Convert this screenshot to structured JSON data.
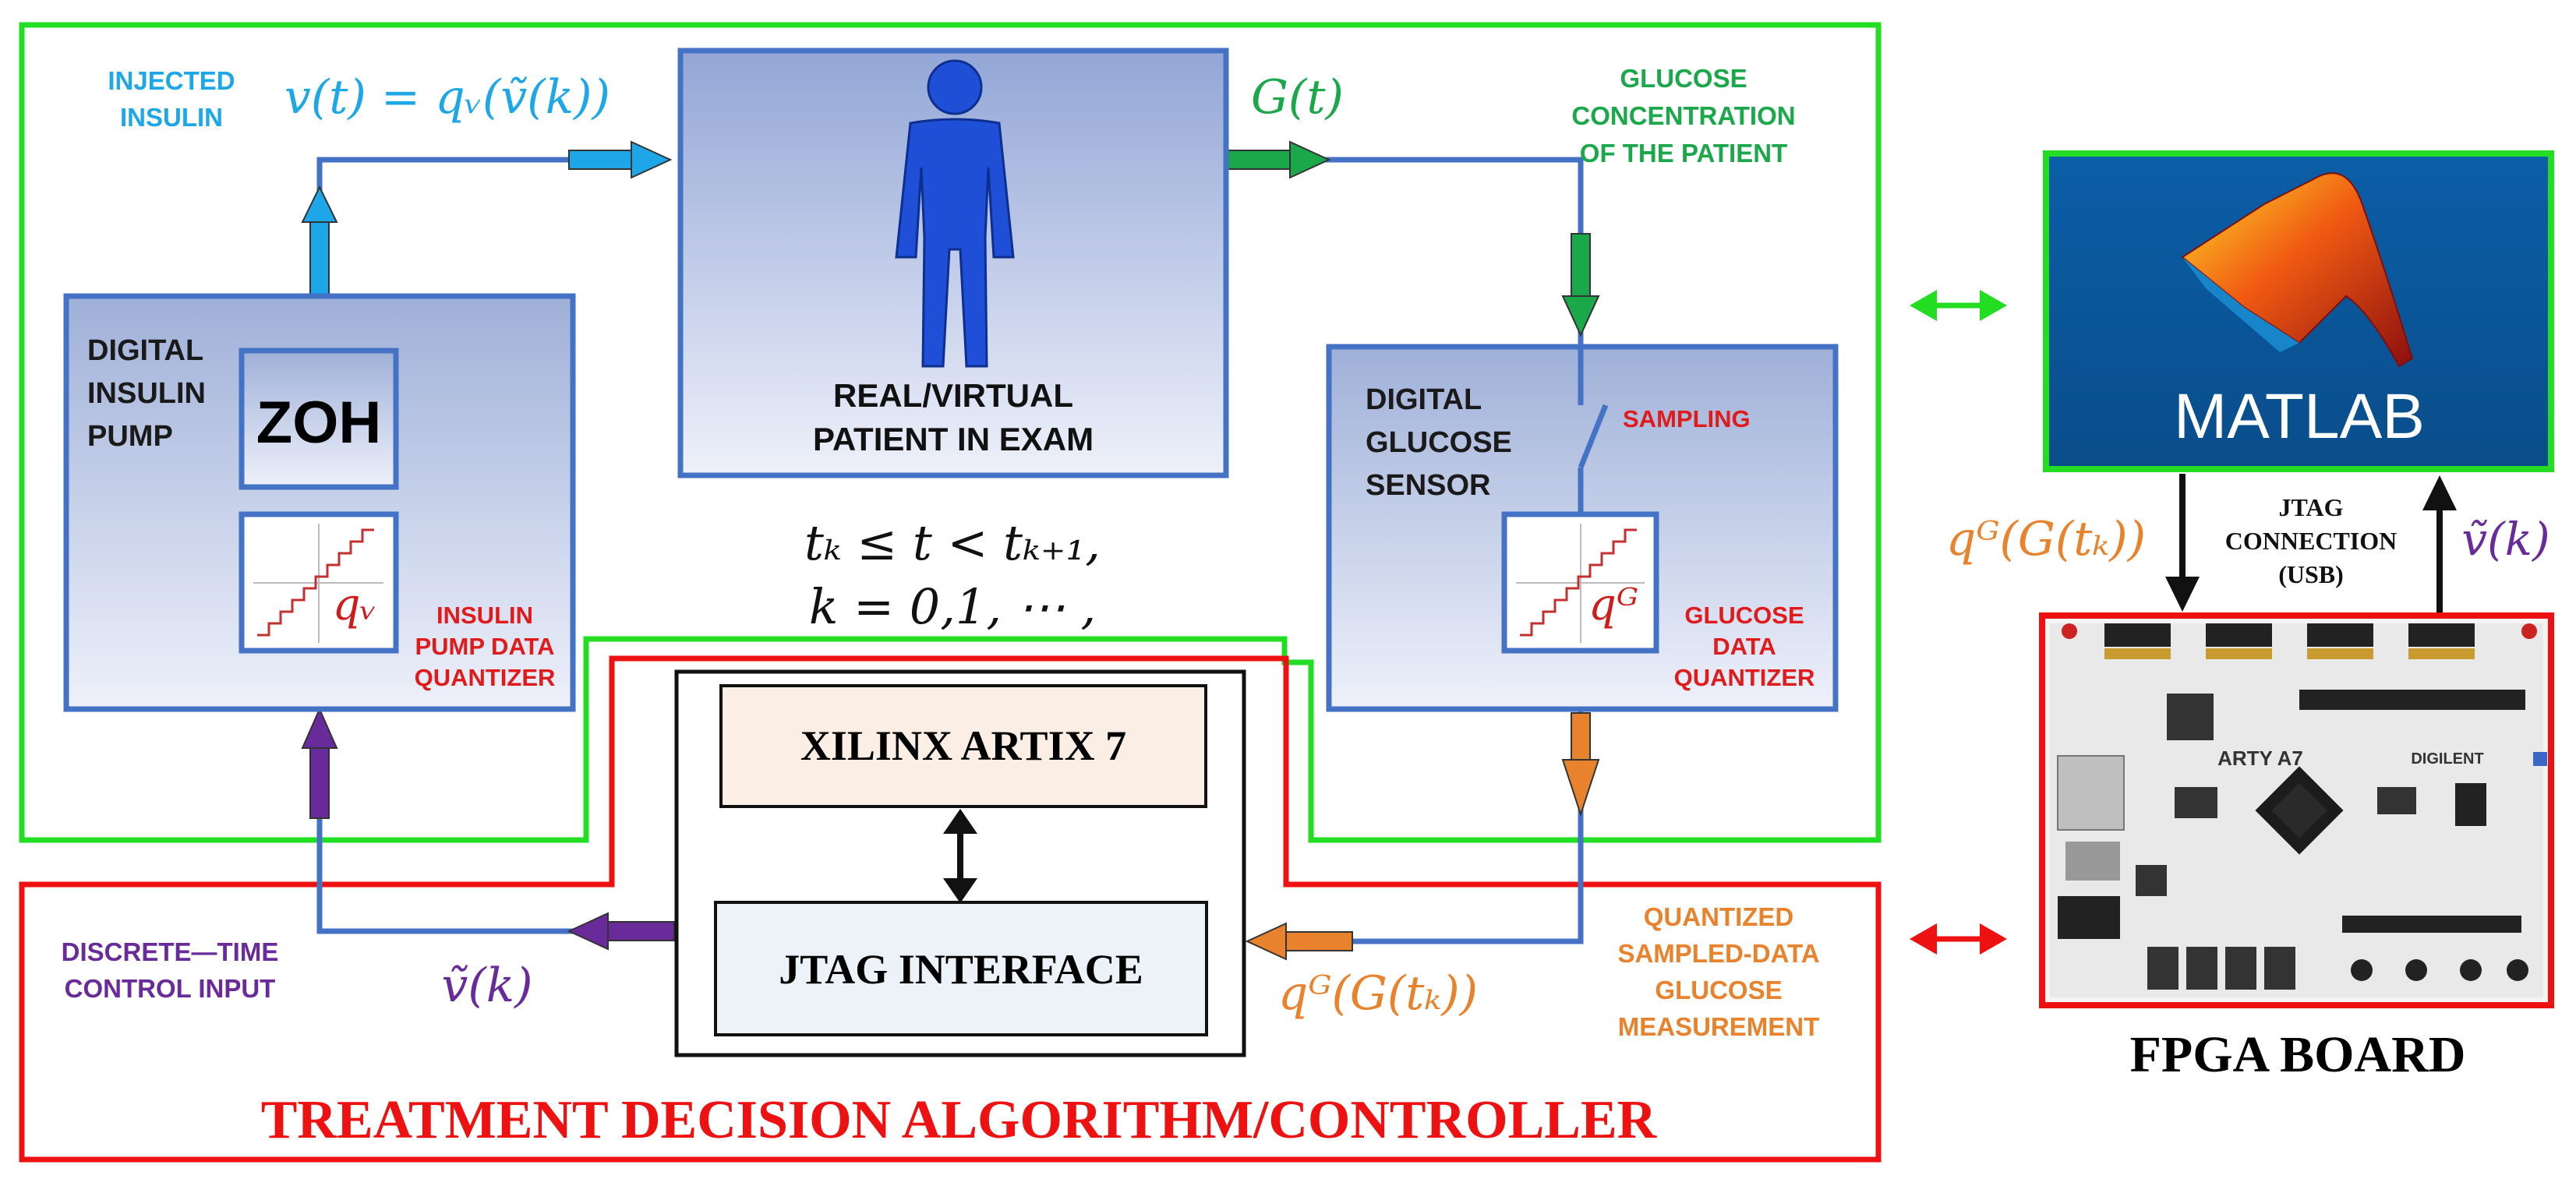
{
  "colors": {
    "green": "#22dd22",
    "red": "#ee1111",
    "blue_line": "#4472c4",
    "cyan": "#1ea7e8",
    "purple": "#6a2b9a",
    "orange": "#e9822c",
    "label_green": "#1aa84a",
    "label_red": "#e01b1b",
    "matlab_blue": "#0a5a9c"
  },
  "labels": {
    "injected_insulin": [
      "INJECTED",
      "INSULIN"
    ],
    "v_eq": "v(t) = qᵥ(ṽ(k))",
    "g_of_t": "G(t)",
    "glucose_conc": [
      "GLUCOSE",
      "CONCENTRATION",
      "OF THE PATIENT"
    ],
    "pump": [
      "DIGITAL",
      "INSULIN",
      "PUMP"
    ],
    "zoh": "ZOH",
    "qv": "qᵥ",
    "pump_quantizer": [
      "INSULIN",
      "PUMP DATA",
      "QUANTIZER"
    ],
    "patient": [
      "REAL/VIRTUAL",
      "PATIENT IN EXAM"
    ],
    "time_eq": [
      "tₖ ≤ t < tₖ₊₁,",
      "k = 0,1, ⋯ ,"
    ],
    "sensor": [
      "DIGITAL",
      "GLUCOSE",
      "SENSOR"
    ],
    "sampling": "SAMPLING",
    "qg": "qᴳ",
    "glucose_quantizer": [
      "GLUCOSE",
      "DATA",
      "QUANTIZER"
    ],
    "xilinx": "XILINX ARTIX 7",
    "jtag_interface": "JTAG INTERFACE",
    "discrete_time": [
      "DISCRETE—TIME",
      "CONTROL INPUT"
    ],
    "v_tilde": "ṽ(k)",
    "qg_meas": "qᴳ(G(tₖ))",
    "quantized_meas": [
      "QUANTIZED",
      "SAMPLED-DATA",
      "GLUCOSE",
      "MEASUREMENT"
    ],
    "treatment": "TREATMENT DECISION ALGORITHM/CONTROLLER",
    "matlab": "MATLAB",
    "jtag_connection": [
      "JTAG",
      "CONNECTION",
      "(USB)"
    ],
    "qg_left": "qᴳ(G(tₖ))",
    "v_tilde_right": "ṽ(k)",
    "fpga_board": "FPGA BOARD",
    "arty": "ARTY A7",
    "digilent": "DIGILENT"
  },
  "icons": {
    "patient": "person-icon",
    "matlab": "matlab-logo",
    "fpga": "fpga-board-picture"
  }
}
